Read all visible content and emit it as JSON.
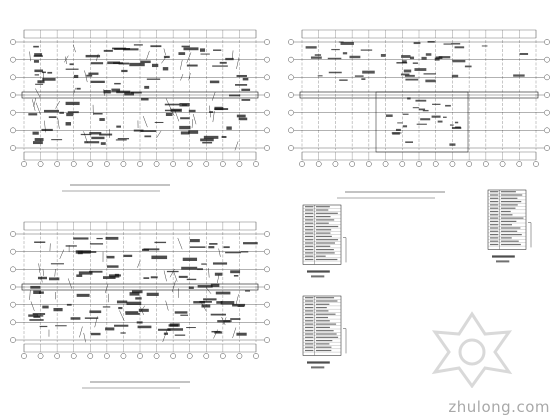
{
  "watermark": {
    "text": "zhulong.com"
  },
  "plans": [
    {
      "id": "plan-top-left",
      "caption": ""
    },
    {
      "id": "plan-top-right",
      "caption": ""
    },
    {
      "id": "plan-bottom-left",
      "caption": ""
    }
  ],
  "tables": [
    {
      "id": "table-1",
      "rows": 18
    },
    {
      "id": "table-2",
      "rows": 18
    },
    {
      "id": "table-3",
      "rows": 18
    }
  ],
  "colors": {
    "grid": "#222222",
    "dense": "#111111",
    "dim": "#555555"
  }
}
